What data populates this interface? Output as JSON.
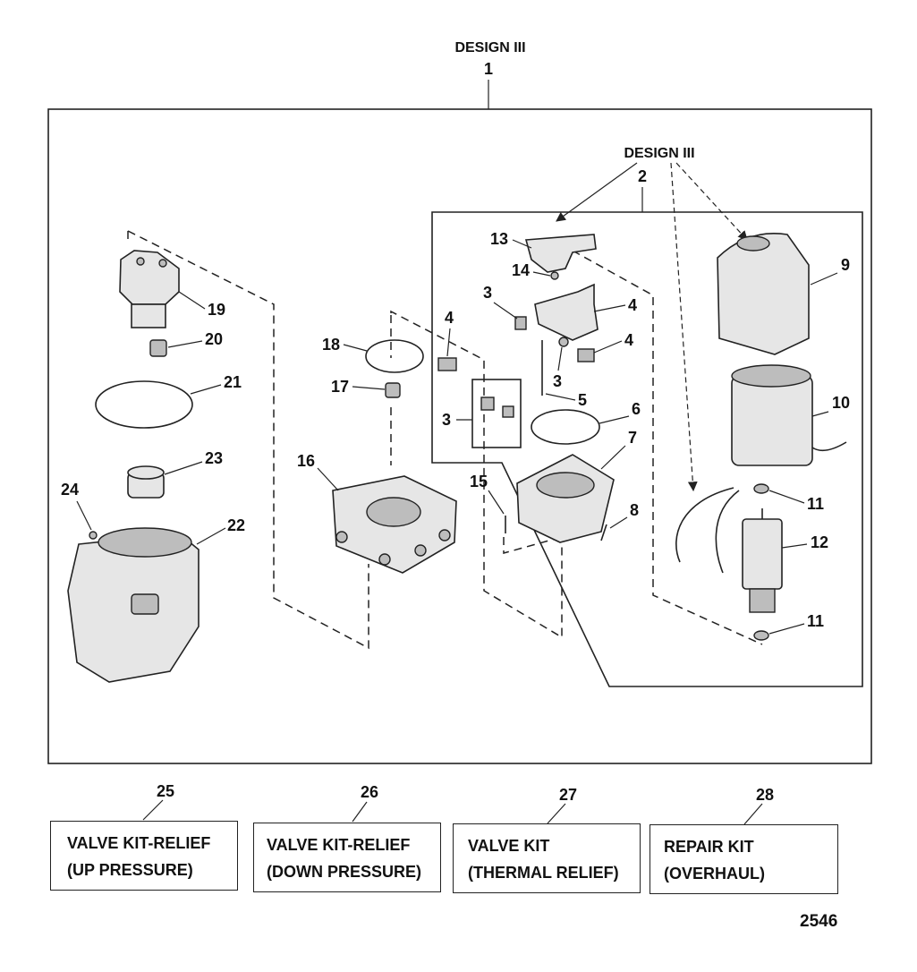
{
  "header": {
    "design_label": "DESIGN III",
    "assembly_number": "1"
  },
  "subassembly": {
    "design_label": "DESIGN III",
    "number": "2"
  },
  "callouts": [
    "13",
    "14",
    "3",
    "4",
    "4",
    "3",
    "4",
    "5",
    "6",
    "3",
    "7",
    "8",
    "9",
    "10",
    "11",
    "12",
    "11",
    "15",
    "16",
    "17",
    "18",
    "19",
    "20",
    "21",
    "22",
    "23",
    "24"
  ],
  "kits": [
    {
      "number": "25",
      "line1": "VALVE KIT-RELIEF",
      "line2": "(UP PRESSURE)"
    },
    {
      "number": "26",
      "line1": "VALVE KIT-RELIEF",
      "line2": "(DOWN PRESSURE)"
    },
    {
      "number": "27",
      "line1": "VALVE KIT",
      "line2": "(THERMAL RELIEF)"
    },
    {
      "number": "28",
      "line1": "REPAIR KIT",
      "line2": "(OVERHAUL)"
    }
  ],
  "figure_id": "2546"
}
